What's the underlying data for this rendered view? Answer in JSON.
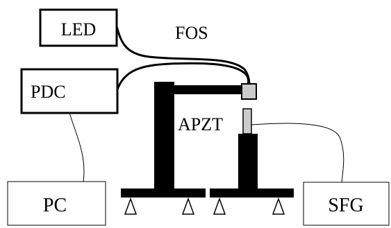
{
  "diagram": {
    "labels": {
      "led": "LED",
      "fos": "FOS",
      "pdc": "PDC",
      "apzt": "APZT",
      "pc": "PC",
      "sfg": "SFG"
    },
    "colors": {
      "stroke": "#000000",
      "fill_dark": "#000000",
      "actuator_fill": "#cccccc",
      "background": "#ffffff"
    }
  }
}
